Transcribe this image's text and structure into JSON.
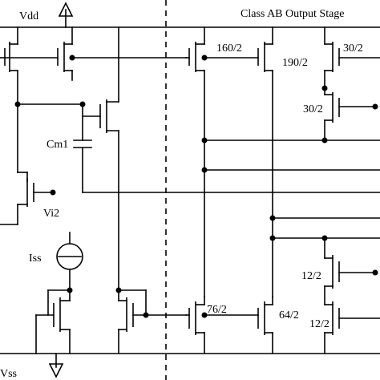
{
  "labels": {
    "vdd": "Vdd",
    "vss": "Vss",
    "stage_title": "Class AB Output Stage",
    "cm1": "Cm1",
    "vi2": "Vi2",
    "iss": "Iss",
    "m_160_2": "160/2",
    "m_190_2": "190/2",
    "m_30_2_top": "30/2",
    "m_30_2_mid": "30/2",
    "m_76_2": "76/2",
    "m_64_2": "64/2",
    "m_12_2_upper": "12/2",
    "m_12_2_lower": "12/2"
  }
}
